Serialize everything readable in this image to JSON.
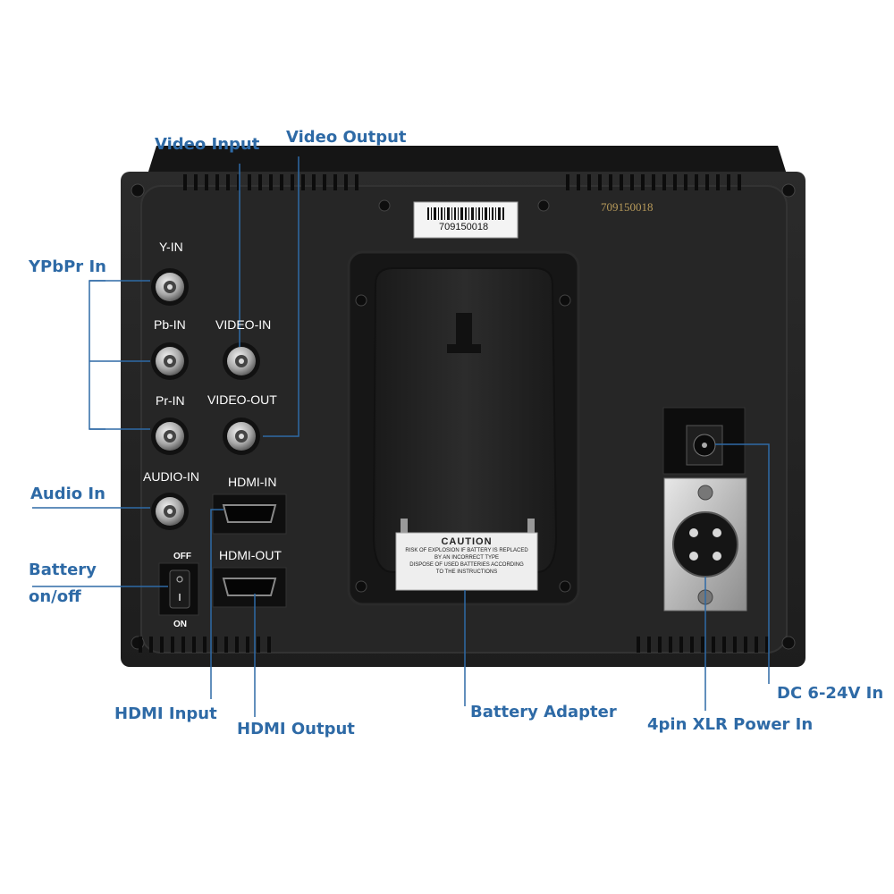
{
  "callouts": {
    "video_input": "Video Input",
    "video_output": "Video Output",
    "ypbpr_in": "YPbPr In",
    "audio_in": "Audio In",
    "battery_onoff_line1": "Battery",
    "battery_onoff_line2": "on/off",
    "hdmi_input": "HDMI Input",
    "hdmi_output": "HDMI Output",
    "battery_adapter": "Battery Adapter",
    "xlr_power_in": "4pin XLR Power In",
    "dc_in": "DC 6-24V In"
  },
  "panel_labels": {
    "y_in": "Y-IN",
    "pb_in": "Pb-IN",
    "pr_in": "Pr-IN",
    "video_in": "VIDEO-IN",
    "video_out": "VIDEO-OUT",
    "audio_in": "AUDIO-IN",
    "hdmi_in": "HDMI-IN",
    "hdmi_out": "HDMI-OUT",
    "switch_off": "OFF",
    "switch_on": "ON"
  },
  "serial": {
    "printed": "709150018",
    "sticker": "709150018"
  },
  "caution": {
    "title": "CAUTION",
    "line1": "RISK OF EXPLOSION IF BATTERY IS REPLACED",
    "line2": "BY AN INCORRECT TYPE",
    "line3": "DISPOSE OF USED BATTERIES ACCORDING",
    "line4": "TO THE INSTRUCTIONS"
  },
  "colors": {
    "callout_text": "#2e6aa6",
    "leader_lines": "#2e6aa6",
    "device_body": "#232323"
  }
}
